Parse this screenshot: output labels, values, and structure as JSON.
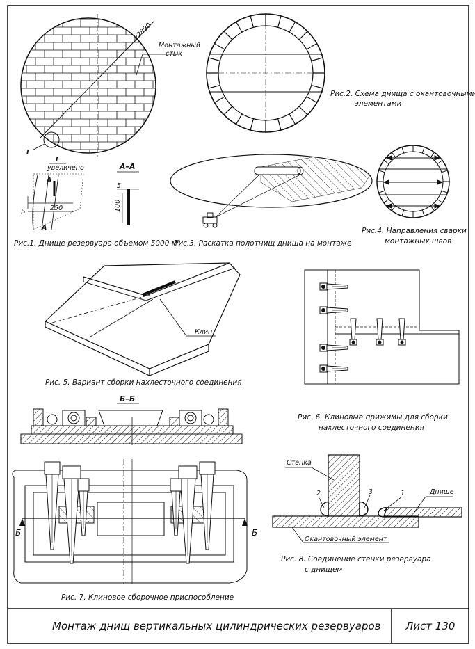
{
  "fig1": {
    "dimension": "22890",
    "joint_label_1": "Монтажный",
    "joint_label_2": "стык",
    "detail_mark": "I",
    "detail_title_mark": "I",
    "detail_title": "увеличено",
    "section_mark": "A",
    "dim_overlap": "250",
    "dim_b": "b",
    "section_title": "A–A",
    "dim_thick": "5",
    "dim_height": "100",
    "caption": "Рис.1. Днище резервуара объемом 5000 м³"
  },
  "fig2": {
    "caption_1": "Рис.2. Схема днища с окантовочными",
    "caption_2": "элементами"
  },
  "fig3": {
    "caption": "Рис.3. Раскатка полотнищ днища на монтаже"
  },
  "fig4": {
    "caption_1": "Рис.4. Направления сварки",
    "caption_2": "монтажных швов"
  },
  "fig5": {
    "wedge_label": "Клин",
    "caption": "Рис. 5. Вариант сборки нахлесточного соединения"
  },
  "fig6": {
    "caption_1": "Рис. 6. Клиновые прижимы для сборки",
    "caption_2": "нахлесточного соединения"
  },
  "fig7": {
    "section_title": "Б–Б",
    "mark_left": "Б",
    "mark_right": "Б",
    "caption": "Рис. 7. Клиновое сборочное приспособление"
  },
  "fig8": {
    "wall_label": "Стенка",
    "bottom_label": "Днище",
    "ring_label": "Окантовочный элемент",
    "n1": "1",
    "n2": "2",
    "n3": "3",
    "caption_1": "Рис. 8. Соединение стенки резервуара",
    "caption_2": "с днищем"
  },
  "footer": {
    "title": "Монтаж днищ вертикальных цилиндрических резервуаров",
    "sheet": "Лист 130"
  }
}
